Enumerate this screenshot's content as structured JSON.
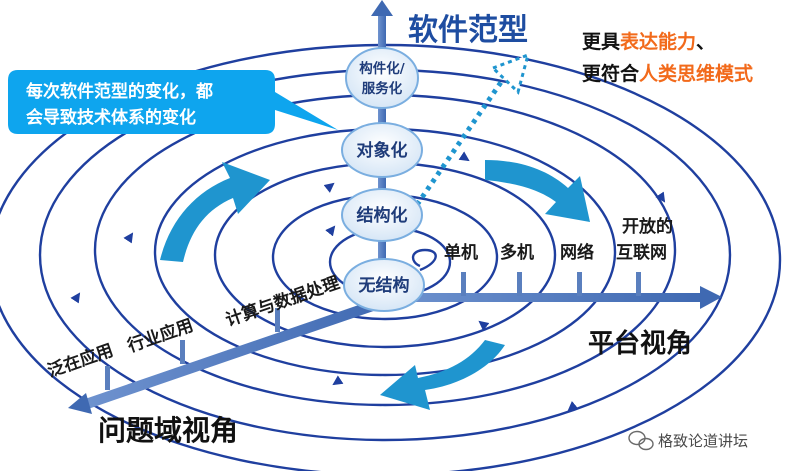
{
  "title": "软件范型",
  "right_text": {
    "line1_plain": "更具",
    "line1_accent": "表达能力",
    "line1_suffix": "、",
    "line2_plain": "更符合",
    "line2_accent": "人类思维模式"
  },
  "callout": {
    "line1": "每次软件范型的变化，都",
    "line2": "会导致技术体系的变化"
  },
  "paradigms": [
    {
      "line1": "构件化/",
      "line2": "服务化"
    },
    {
      "line1": "对象化",
      "line2": ""
    },
    {
      "line1": "结构化",
      "line2": ""
    },
    {
      "line1": "无结构",
      "line2": ""
    }
  ],
  "platform_axis": {
    "label": "平台视角",
    "ticks": [
      "单机",
      "多机",
      "网络"
    ],
    "last_tick_line1": "开放的",
    "last_tick_line2": "互联网"
  },
  "problem_axis": {
    "label": "问题域视角",
    "ticks": [
      "泛在应用",
      "行业应用",
      "计算与数据处理"
    ]
  },
  "watermark": "格致论道讲坛",
  "colors": {
    "ring": "#1f3f9f",
    "bubble_fill": "#e6eff9",
    "bubble_stroke": "#7aaee0",
    "arrow": "#1f95cf",
    "callout": "#0ea5ee",
    "axis": "#4a74b8",
    "accent": "#f26a1b"
  }
}
